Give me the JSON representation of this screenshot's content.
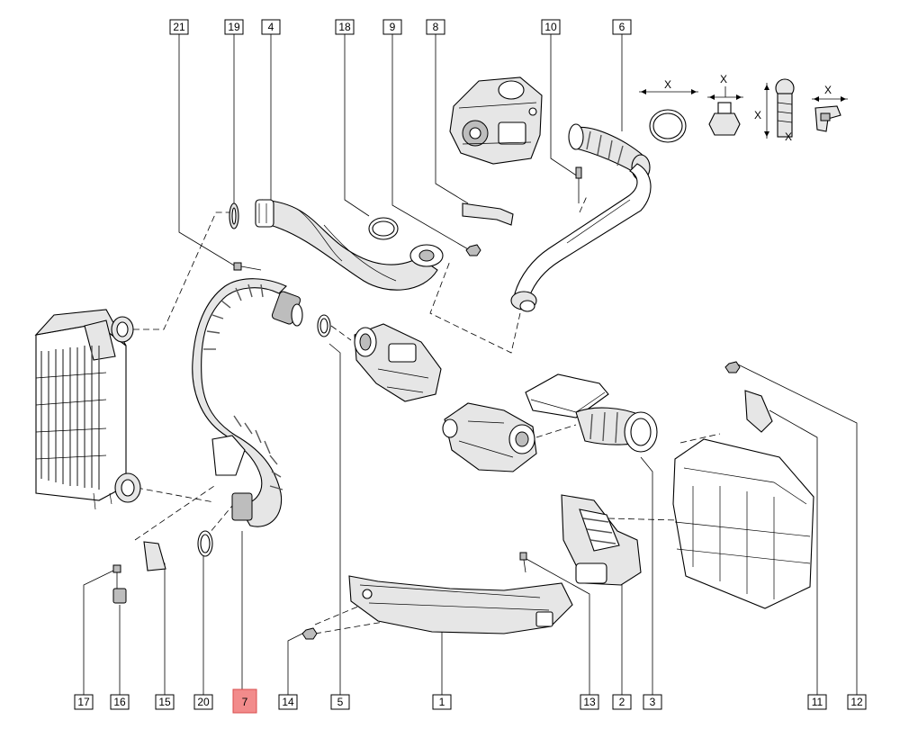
{
  "callouts": {
    "top": [
      {
        "id": "21",
        "label": "21"
      },
      {
        "id": "19",
        "label": "19"
      },
      {
        "id": "4",
        "label": "4"
      },
      {
        "id": "18",
        "label": "18"
      },
      {
        "id": "9",
        "label": "9"
      },
      {
        "id": "8",
        "label": "8"
      },
      {
        "id": "10",
        "label": "10"
      },
      {
        "id": "6",
        "label": "6"
      }
    ],
    "bottom": [
      {
        "id": "17",
        "label": "17"
      },
      {
        "id": "16",
        "label": "16"
      },
      {
        "id": "15",
        "label": "15"
      },
      {
        "id": "20",
        "label": "20"
      },
      {
        "id": "7",
        "label": "7",
        "highlighted": true
      },
      {
        "id": "14",
        "label": "14"
      },
      {
        "id": "5",
        "label": "5"
      },
      {
        "id": "1",
        "label": "1"
      },
      {
        "id": "13",
        "label": "13"
      },
      {
        "id": "2",
        "label": "2"
      },
      {
        "id": "3",
        "label": "3"
      },
      {
        "id": "11",
        "label": "11"
      },
      {
        "id": "12",
        "label": "12"
      }
    ]
  },
  "dimension_label": "X",
  "colors": {
    "highlight_fill": "#f28b8b",
    "highlight_stroke": "#d94c4c",
    "line": "#000000"
  }
}
